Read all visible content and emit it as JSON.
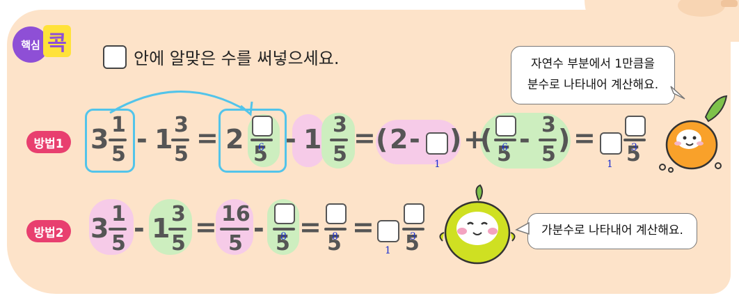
{
  "header": {
    "badge_prefix": "핵심",
    "badge_key": "콕",
    "instruction": "안에 알맞은 수를 써넣으세요."
  },
  "bubbles": {
    "method1_hint_line1": "자연수 부분에서 1만큼을",
    "method1_hint_line2": "분수로 나타내어 계산해요.",
    "method2_hint": "가분수로 나타내어 계산해요."
  },
  "methods": [
    {
      "label": "방법1"
    },
    {
      "label": "방법2"
    }
  ],
  "math": {
    "op_minus": "-",
    "op_plus": "+",
    "op_eq": "=",
    "paren_open": "(",
    "paren_close": ")",
    "m1": {
      "whole_a": "3",
      "num_a": "1",
      "den_a": "5",
      "whole_b": "1",
      "num_b": "3",
      "den_b": "5",
      "whole_c": "2",
      "den_c": "5",
      "whole_d": "1",
      "num_d": "3",
      "den_d": "5",
      "two": "2",
      "den_e": "5",
      "num_f": "3",
      "den_f": "5",
      "den_g": "5"
    },
    "m2": {
      "whole_a": "3",
      "num_a": "1",
      "den_a": "5",
      "whole_b": "1",
      "num_b": "3",
      "den_b": "5",
      "num_c": "16",
      "den_c": "5",
      "den_d": "5",
      "den_e": "5",
      "den_f": "5"
    }
  },
  "answers": {
    "m1_box1": "6",
    "m1_box2": "1",
    "m1_box3": "6",
    "m1_box4": "1",
    "m1_box5": "3",
    "m2_box1": "8",
    "m2_box2": "8",
    "m2_box3": "1",
    "m2_box4": "3"
  },
  "colors": {
    "panel": "#fde3c9",
    "method_tag": "#e83f6f",
    "badge": "#8e4fd6",
    "badge_key": "#ffe23a",
    "highlight_pink": "#f6cbe8",
    "highlight_green": "#cdeebf",
    "frame": "#52c4ea",
    "answer_text": "#1a2fd0"
  }
}
